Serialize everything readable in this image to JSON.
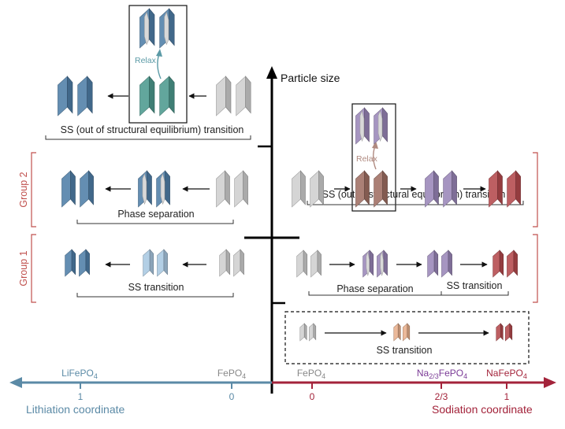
{
  "axis": {
    "particle_size": "Particle size",
    "lithiation_coordinate": "Lithiation coordinate",
    "sodiation_coordinate": "Sodiation coordinate",
    "li_end_label": "LiFePO",
    "li_start_label": "FePO",
    "na_start_label": "FePO",
    "na_mid_label_a": "Na",
    "na_mid_label_sub": "2/3",
    "na_mid_label_b": "FePO",
    "na_end_label": "NaFePO",
    "sub4": "4",
    "li_tick_1": "1",
    "li_tick_0": "0",
    "na_tick_0": "0",
    "na_tick_23": "2/3",
    "na_tick_1": "1"
  },
  "groups": {
    "group2": "Group 2",
    "group1": "Group 1"
  },
  "labels": {
    "li_top_ss": "SS (out of structural equilibrium) transition",
    "li_g2_phase": "Phase separation",
    "li_g1_ss": "SS transition",
    "na_g2_ss": "SS (out of structural equilibrium) transition",
    "na_g1_phase": "Phase separation",
    "na_g1_ss": "SS transition",
    "na_small_ss": "SS transition",
    "relax_li": "Relax",
    "relax_na": "Relax"
  },
  "colors": {
    "li_blue": "#4f7fa8",
    "li_blue_light": "#a9c8e2",
    "li_teal": "#4d9a8e",
    "gray": "#cfcfcf",
    "na_brown": "#a06f63",
    "na_purple": "#9a86b8",
    "na_red": "#b4494d",
    "na_peach": "#e8b08c",
    "li_axis": "#5b8aa6",
    "na_axis": "#a3233a",
    "na_mid_text": "#7a3a96",
    "group_red": "#c0504d"
  }
}
